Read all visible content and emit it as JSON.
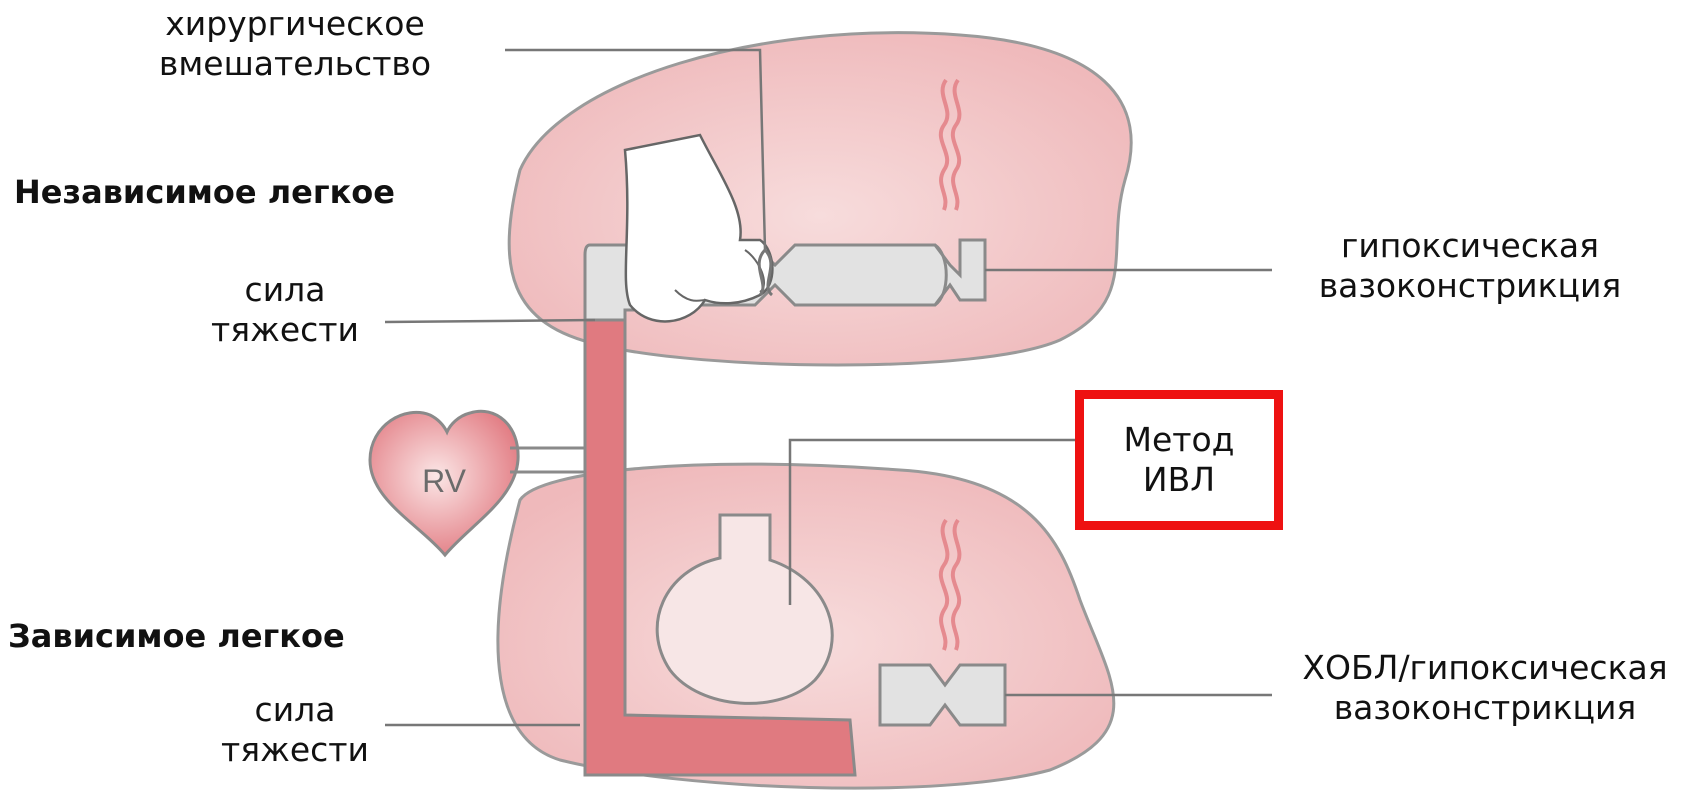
{
  "labels": {
    "surgery": [
      "хирургическое",
      "вмешательство"
    ],
    "independent_lung": "Независимое легкое",
    "gravity_top": [
      "сила",
      "тяжести"
    ],
    "hpv_top": [
      "гипоксическая",
      "вазоконстрикция"
    ],
    "ventilation_method": [
      "Метод",
      "ИВЛ"
    ],
    "heart": "RV",
    "dependent_lung": "Зависимое легкое",
    "gravity_bottom": [
      "сила",
      "тяжести"
    ],
    "copd_hpv": [
      "ХОБЛ/гипоксическая",
      "вазоконстрикция"
    ]
  },
  "colors": {
    "lung_fill": "#f2c4c4",
    "lung_stroke": "#8a8a8a",
    "vessel_gray": "#e2e2e2",
    "blood": "#e07a80",
    "heart": "#e58a8f",
    "highlight_box": "#ee1111"
  },
  "icons": [
    "heart-icon",
    "hand-icon",
    "balloon-icon",
    "wavy-vessel-icon"
  ]
}
